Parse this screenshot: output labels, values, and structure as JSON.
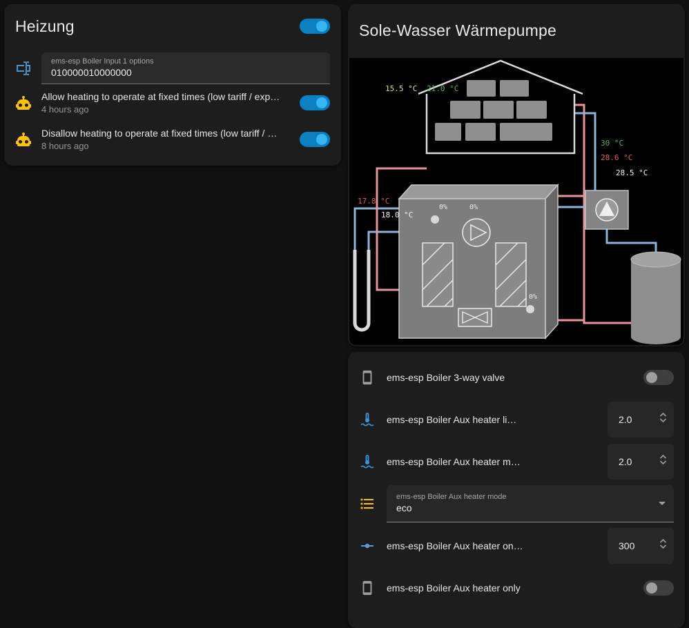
{
  "colors": {
    "page_bg": "#111111",
    "card_bg": "#1d1d1d",
    "toggle_on_track": "#0a7fc2",
    "toggle_on_thumb": "#35b6f2",
    "amber": "#ffc107",
    "icon_blue": "#4d92c7",
    "pipe_warm": "#e8949c",
    "pipe_cold": "#8ab4d8"
  },
  "heizung_card": {
    "title": "Heizung",
    "power_switch_state": "on",
    "boiler_input": {
      "label": "ems-esp Boiler Input 1 options",
      "value": "010000010000000"
    },
    "automations": [
      {
        "label": "Allow heating to operate at fixed times (low tariff / exp…",
        "last_triggered": "4 hours ago",
        "state": "on"
      },
      {
        "label": "Disallow heating to operate at fixed times (low tariff / …",
        "last_triggered": "8 hours ago",
        "state": "on"
      }
    ]
  },
  "heatpump_card": {
    "title": "Sole-Wasser Wärmepumpe",
    "diagram": {
      "temperatures": {
        "outside": "15.5 °C",
        "inside": "21.0 °C",
        "right_green": "30 °C",
        "right_red": "28.6 °C",
        "right_white": "28.5 °C",
        "left_red": "17.8 °C",
        "left_white": "18.0 °C"
      },
      "percentages": [
        "0%",
        "0%",
        "0%"
      ]
    }
  },
  "controls_card": {
    "rows": [
      {
        "type": "toggle",
        "label": "ems-esp Boiler 3-way valve",
        "state": "off"
      },
      {
        "type": "number",
        "label": "ems-esp Boiler Aux heater li…",
        "value": "2.0"
      },
      {
        "type": "number",
        "label": "ems-esp Boiler Aux heater m…",
        "value": "2.0"
      },
      {
        "type": "select",
        "label": "ems-esp Boiler Aux heater mode",
        "value": "eco"
      },
      {
        "type": "number",
        "label": "ems-esp Boiler Aux heater on…",
        "value": "300"
      },
      {
        "type": "toggle",
        "label": "ems-esp Boiler Aux heater only",
        "state": "off"
      }
    ]
  }
}
